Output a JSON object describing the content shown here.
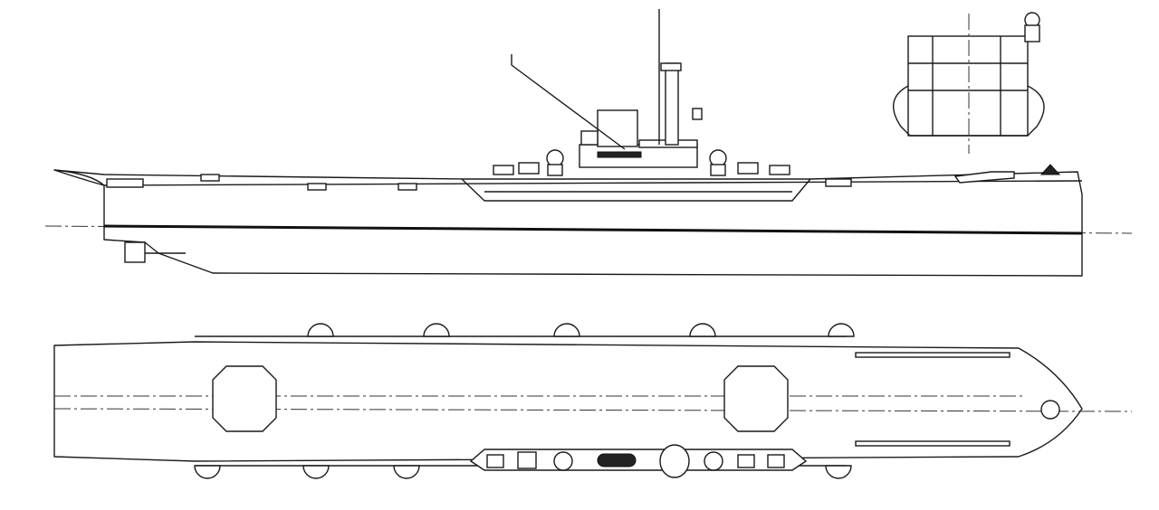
{
  "drawing": {
    "views": [
      "side-profile",
      "plan-view",
      "cross-section"
    ],
    "colors": {
      "line": "#1a1a1a",
      "background": "#ffffff"
    }
  }
}
